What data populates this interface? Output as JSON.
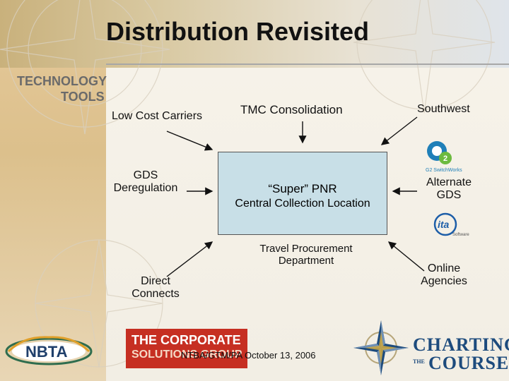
{
  "slide": {
    "title": "Distribution Revisited",
    "section_line1": "TECHNOLOGY",
    "section_line2": "TOOLS"
  },
  "diagram": {
    "center": {
      "line1": "“Super” PNR",
      "line2": "Central Collection Location"
    },
    "nodes": {
      "low_cost_carriers": "Low Cost Carriers",
      "tmc_consolidation": "TMC Consolidation",
      "southwest": "Southwest",
      "gds_deregulation_1": "GDS",
      "gds_deregulation_2": "Deregulation",
      "alternate_gds_1": "Alternate",
      "alternate_gds_2": "GDS",
      "travel_procurement_1": "Travel Procurement",
      "travel_procurement_2": "Department",
      "direct_connects_1": "Direct",
      "direct_connects_2": "Connects",
      "online_agencies_1": "Online",
      "online_agencies_2": "Agencies"
    },
    "logos": {
      "g2_text": "G2 SwitchWorks",
      "ita_text": "ita",
      "ita_sub": "Software"
    }
  },
  "footer": {
    "text": "NTBA/GTM/PA   October 13, 2006",
    "nbta": "NBTA",
    "corporate_1": "THE CORPORATE",
    "corporate_2": "SOLUTIONS GROUP",
    "charting_1": "CHARTING",
    "charting_the": "THE",
    "charting_2": "COURSE"
  },
  "colors": {
    "center_box": "#c8dfe7",
    "corporate_red": "#c62f22",
    "charting_blue": "#1d4b7d"
  }
}
